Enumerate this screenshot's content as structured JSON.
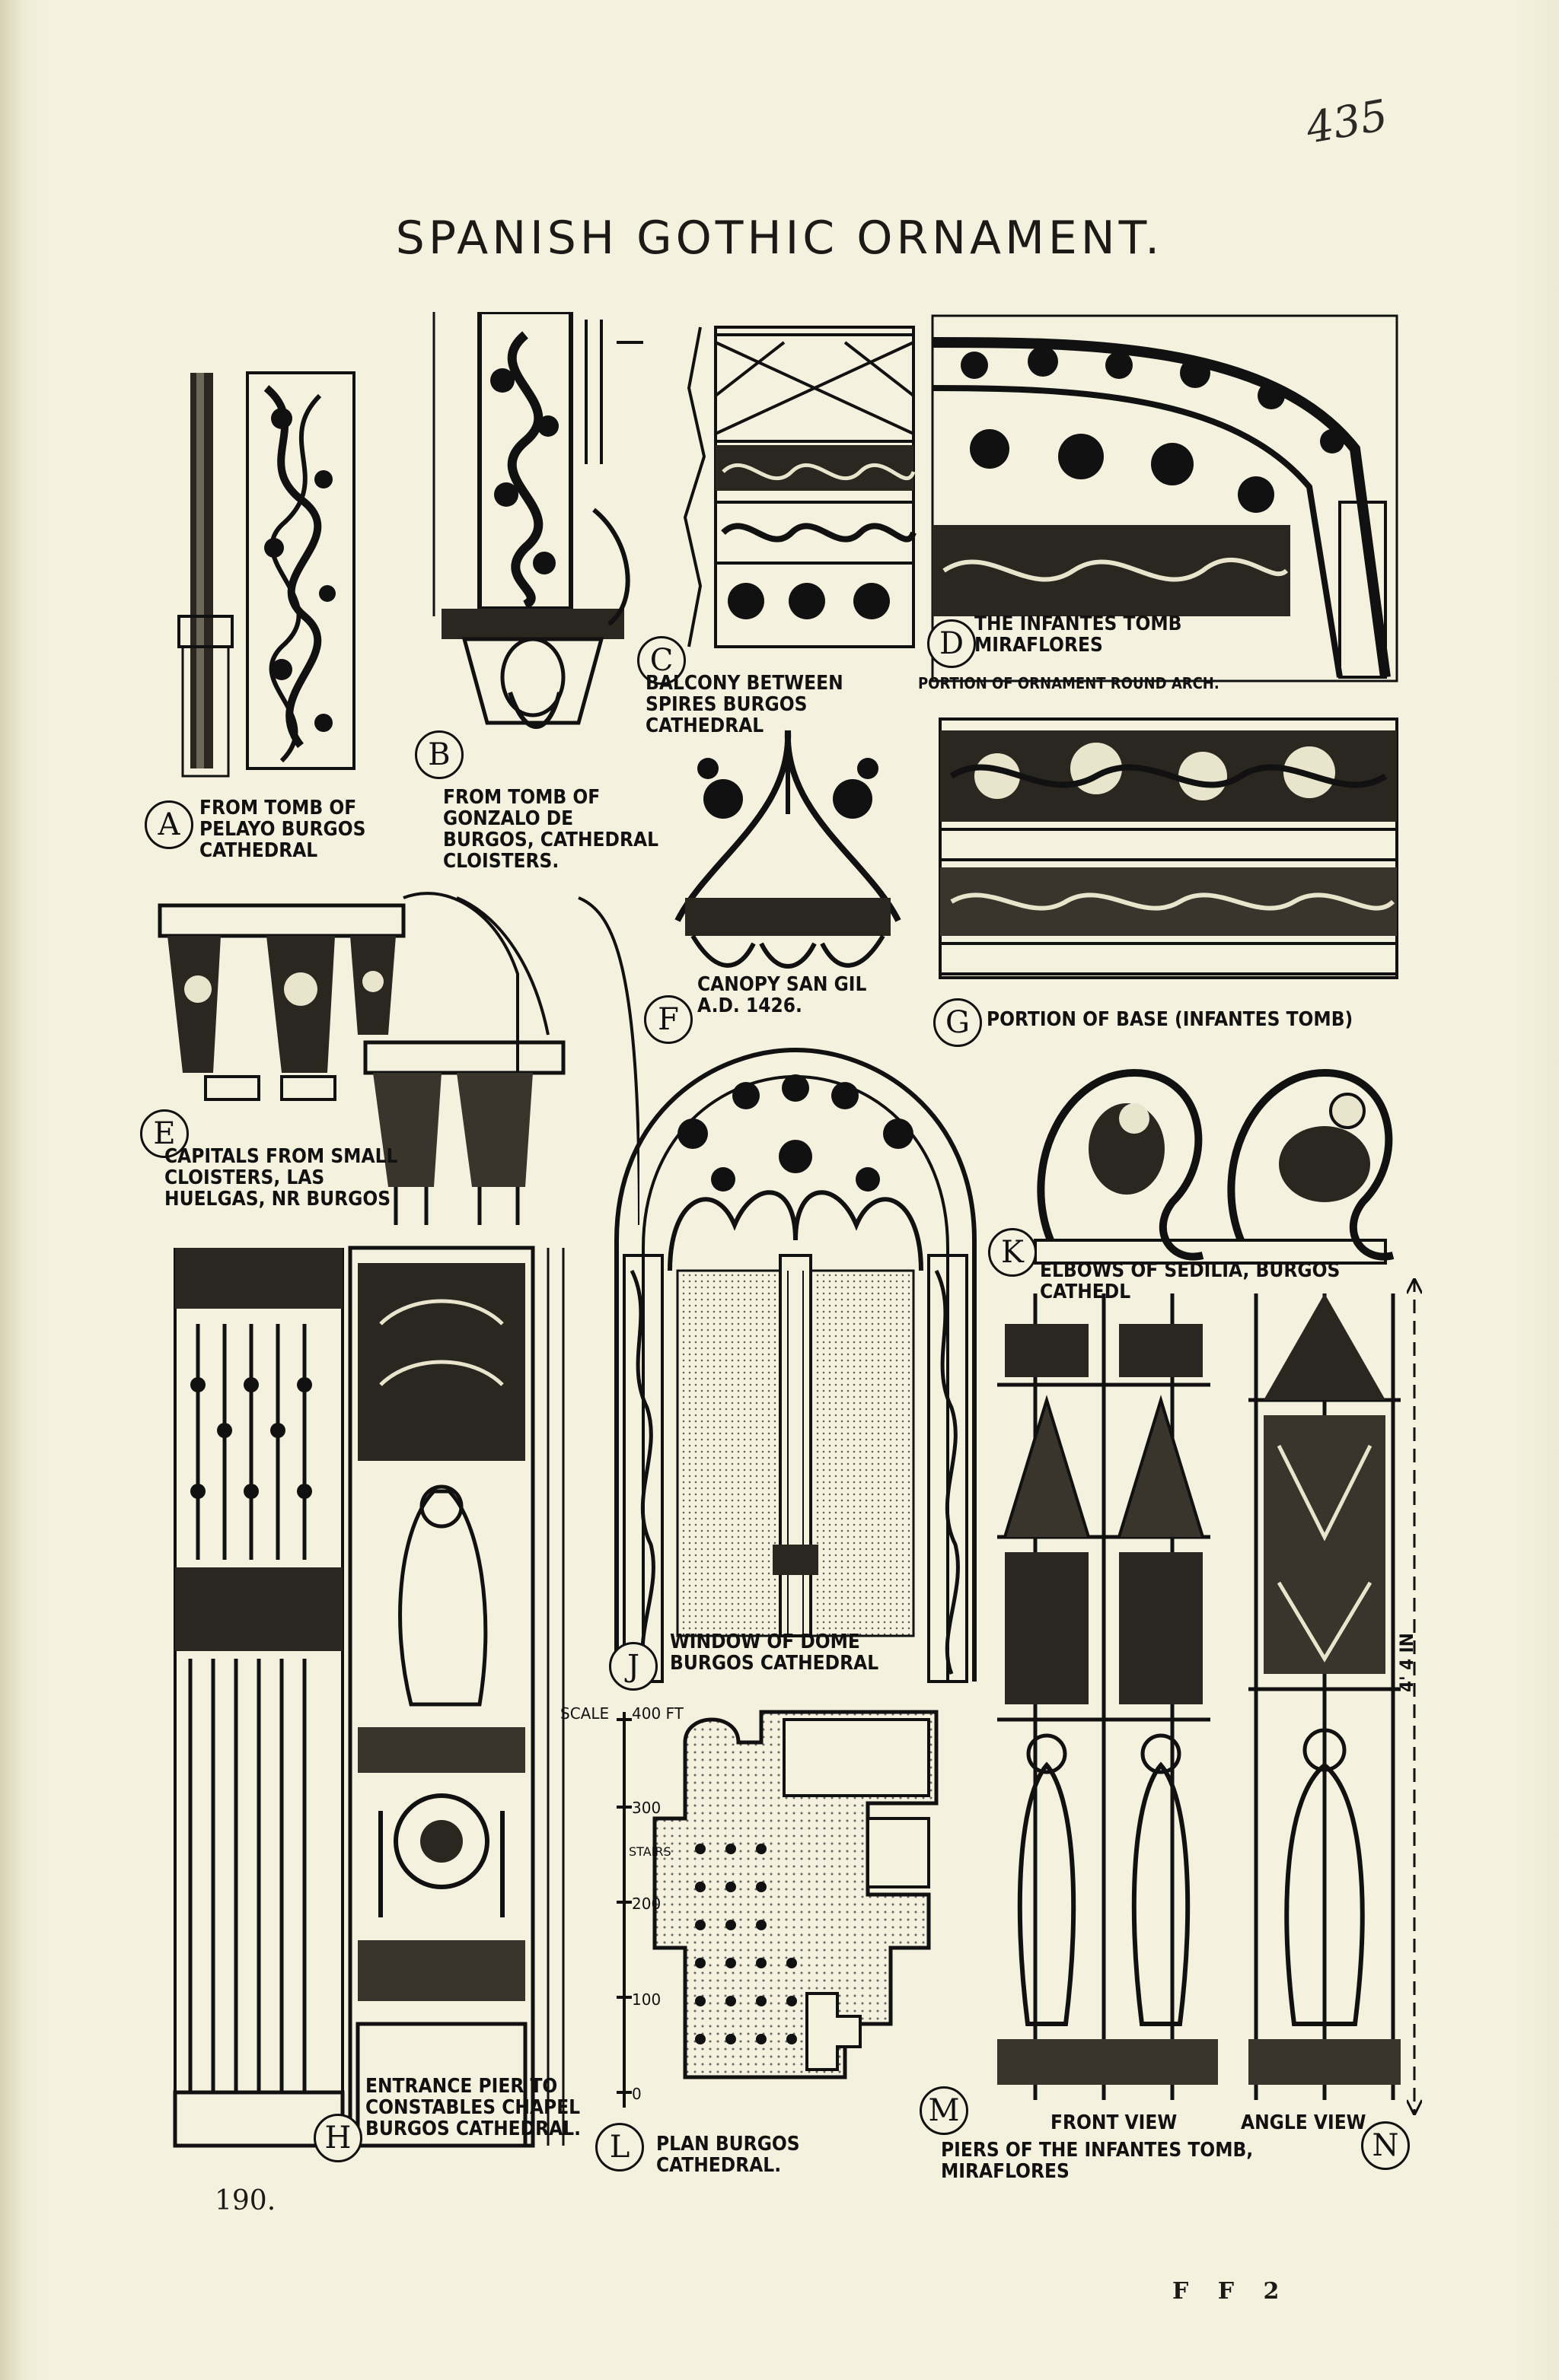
{
  "handwritten_note": "435",
  "title": "SPANISH GOTHIC ORNAMENT.",
  "plates": {
    "A": {
      "letter": "A",
      "caption": "FROM TOMB OF PELAYO BURGOS CATHEDRAL"
    },
    "B": {
      "letter": "B",
      "caption": "FROM TOMB OF GONZALO DE BURGOS, CATHEDRAL CLOISTERS."
    },
    "C1": {
      "letter": "C",
      "caption": "BALCONY BETWEEN SPIRES BURGOS CATHEDRAL"
    },
    "D": {
      "letter": "D",
      "caption": "THE INFANTES TOMB MIRAFLORES",
      "sub": "PORTION OF ORNAMENT ROUND ARCH."
    },
    "C2": {
      "letter": "G",
      "caption": "PORTION OF BASE (INFANTES TOMB)"
    },
    "E": {
      "letter": "E",
      "caption": "CAPITALS FROM SMALL CLOISTERS, LAS HUELGAS, NR BURGOS"
    },
    "F": {
      "letter": "F",
      "caption": "CANOPY SAN GIL A.D. 1426."
    },
    "J": {
      "letter": "J",
      "caption": "WINDOW OF DOME BURGOS CATHEDRAL"
    },
    "K": {
      "letter": "K",
      "caption": "ELBOWS OF SEDILIA, BURGOS CATHEDL"
    },
    "H": {
      "letter": "H",
      "caption": "ENTRANCE PIER TO CONSTABLES CHAPEL BURGOS CATHEDRAL."
    },
    "L": {
      "letter": "L",
      "caption": "PLAN BURGOS CATHEDRAL."
    },
    "M": {
      "letter": "M",
      "caption": "FRONT VIEW"
    },
    "N": {
      "letter": "N",
      "caption": "ANGLE VIEW"
    },
    "MN_shared": "PIERS OF THE INFANTES TOMB, MIRAFLORES",
    "N_dimension": "4' 4 IN"
  },
  "plan_scale": {
    "label": "SCALE",
    "ticks": [
      "400 FT",
      "300",
      "200",
      "100",
      "0"
    ],
    "stairs": "STAIRS"
  },
  "page_number": "190.",
  "signature": "F F 2"
}
